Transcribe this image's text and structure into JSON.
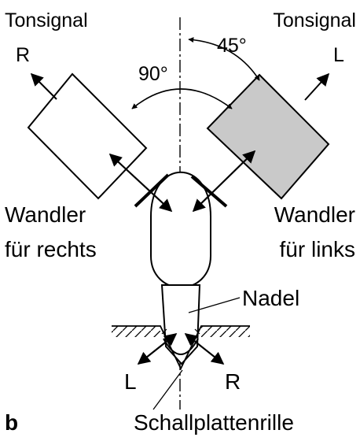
{
  "labels": {
    "tonsignal_left": "Tonsignal",
    "tonsignal_right": "Tonsignal",
    "channel_r_top": "R",
    "channel_l_top": "L",
    "angle_90": "90°",
    "angle_45": "45°",
    "wandler_rechts_line1": "Wandler",
    "wandler_rechts_line2": "für rechts",
    "wandler_links_line1": "Wandler",
    "wandler_links_line2": "für links",
    "nadel": "Nadel",
    "channel_l_bottom": "L",
    "channel_r_bottom": "R",
    "panel_letter": "b",
    "schallplattenrille": "Schallplattenrille"
  },
  "colors": {
    "stroke": "#000000",
    "left_transducer_fill": "#ffffff",
    "right_transducer_fill": "#c9c9c9"
  }
}
